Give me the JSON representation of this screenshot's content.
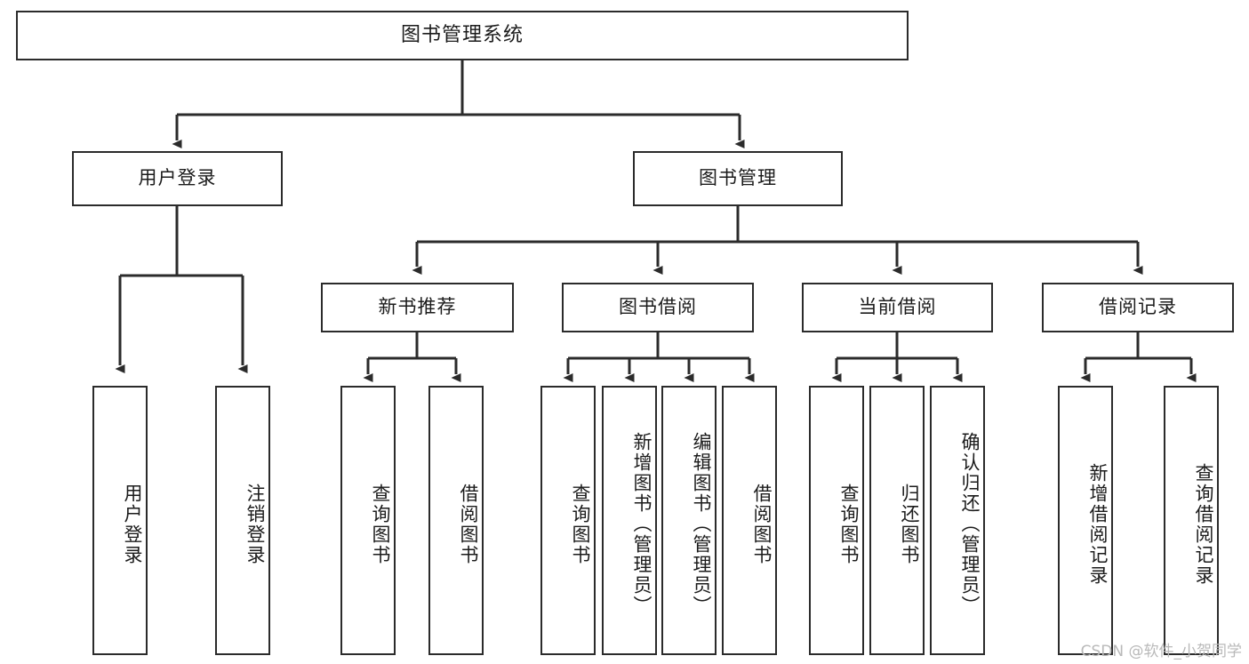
{
  "diagram": {
    "type": "tree-hierarchy",
    "title": "图书管理系统",
    "root": {
      "id": "root",
      "label": "图书管理系统"
    },
    "level2": [
      {
        "id": "user-login",
        "label": "用户登录"
      },
      {
        "id": "book-manage",
        "label": "图书管理"
      }
    ],
    "level3": [
      {
        "id": "new-book-rec",
        "label": "新书推荐",
        "parent": "book-manage"
      },
      {
        "id": "book-borrow",
        "label": "图书借阅",
        "parent": "book-manage"
      },
      {
        "id": "current-borrow",
        "label": "当前借阅",
        "parent": "book-manage"
      },
      {
        "id": "borrow-record",
        "label": "借阅记录",
        "parent": "book-manage"
      }
    ],
    "leaves": [
      {
        "id": "leaf-user-login",
        "label": "用户登录",
        "parent": "user-login"
      },
      {
        "id": "leaf-logout",
        "label": "注销登录",
        "parent": "user-login"
      },
      {
        "id": "leaf-query-book-1",
        "label": "查询图书",
        "parent": "new-book-rec"
      },
      {
        "id": "leaf-borrow-book-1",
        "label": "借阅图书",
        "parent": "new-book-rec"
      },
      {
        "id": "leaf-query-book-2",
        "label": "查询图书",
        "parent": "book-borrow"
      },
      {
        "id": "leaf-add-book",
        "label": "新增图书（管理员）",
        "parent": "book-borrow"
      },
      {
        "id": "leaf-edit-book",
        "label": "编辑图书（管理员）",
        "parent": "book-borrow"
      },
      {
        "id": "leaf-borrow-book-2",
        "label": "借阅图书",
        "parent": "book-borrow"
      },
      {
        "id": "leaf-query-book-3",
        "label": "查询图书",
        "parent": "current-borrow"
      },
      {
        "id": "leaf-return-book",
        "label": "归还图书",
        "parent": "current-borrow"
      },
      {
        "id": "leaf-confirm-return",
        "label": "确认归还（管理员）",
        "parent": "current-borrow"
      },
      {
        "id": "leaf-add-record",
        "label": "新增借阅记录",
        "parent": "borrow-record"
      },
      {
        "id": "leaf-query-record",
        "label": "查询借阅记录",
        "parent": "borrow-record"
      }
    ],
    "watermark": "CSDN @软件_小贺同学",
    "colors": {
      "stroke": "#2b2b2b",
      "background": "#ffffff",
      "text": "#1b1b1b",
      "watermark": "#b9b9b9"
    }
  }
}
